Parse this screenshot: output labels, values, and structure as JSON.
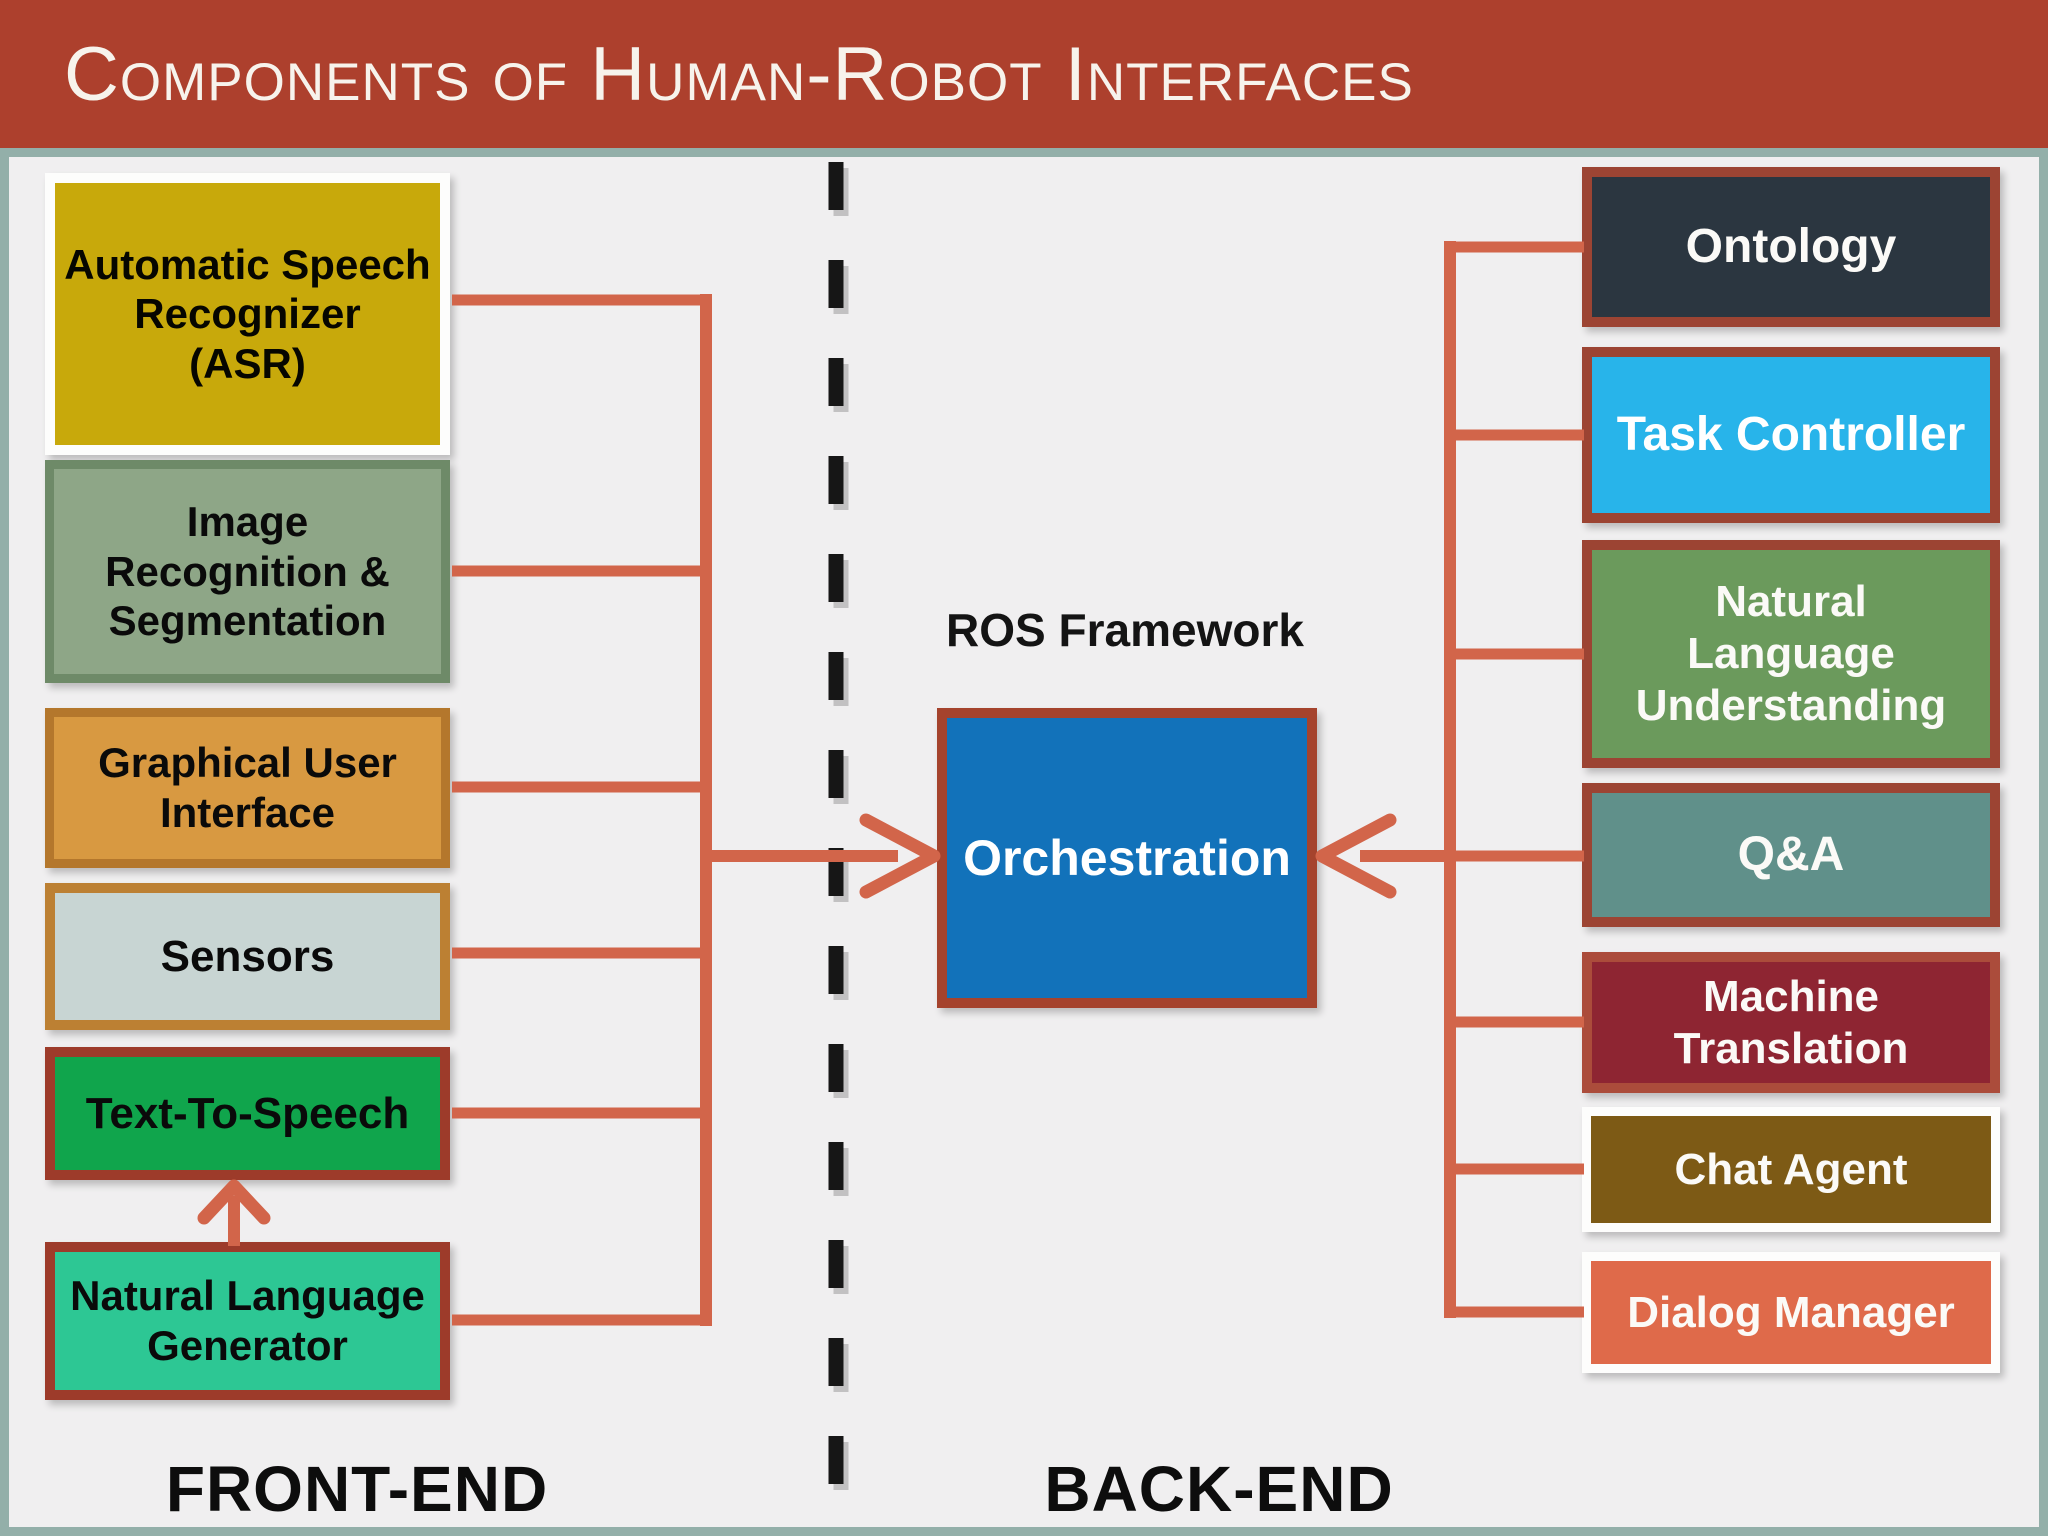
{
  "title_bar": {
    "title": "Components of Human-Robot Interfaces",
    "bg_color": "#ad402d",
    "text_color": "#f7f3ec"
  },
  "middleware": {
    "framework_label": "ROS Framework",
    "orchestration": {
      "label": "Orchestration",
      "fill": "#1272ba",
      "border_color": "#a5432d",
      "text_color": "#ffffff"
    }
  },
  "front_end": {
    "section_label": "FRONT-END",
    "boxes": [
      {
        "id": "asr",
        "label": "Automatic Speech\nRecognizer\n(ASR)",
        "fill": "#c8a90b",
        "border_color": "#fdfdfc",
        "text_color": "#060600"
      },
      {
        "id": "image-recognition",
        "label": "Image\nRecognition &\nSegmentation",
        "fill": "#8ea687",
        "border_color": "#6e8a68",
        "text_color": "#0a0a0a"
      },
      {
        "id": "gui",
        "label": "Graphical User\nInterface",
        "fill": "#d89941",
        "border_color": "#b4772c",
        "text_color": "#0a0a0a"
      },
      {
        "id": "sensors",
        "label": "Sensors",
        "fill": "#c8d5d3",
        "border_color": "#bc8033",
        "text_color": "#0a0a0a"
      },
      {
        "id": "tts",
        "label": "Text-To-Speech",
        "fill": "#10a54c",
        "border_color": "#9d3b2a",
        "text_color": "#0a0a0a"
      },
      {
        "id": "nlg",
        "label": "Natural Language\nGenerator",
        "fill": "#2dc794",
        "border_color": "#9d3b2a",
        "text_color": "#0a0a0a"
      }
    ]
  },
  "back_end": {
    "section_label": "BACK-END",
    "boxes": [
      {
        "id": "ontology",
        "label": "Ontology",
        "fill": "#2b3640",
        "border_color": "#9c4433",
        "text_color": "#fbfaf7"
      },
      {
        "id": "task-controller",
        "label": "Task Controller",
        "fill": "#28b4ea",
        "border_color": "#9c4433",
        "text_color": "#ffffff"
      },
      {
        "id": "nlu",
        "label": "Natural\nLanguage\nUnderstanding",
        "fill": "#6b9a5c",
        "border_color": "#9c4433",
        "text_color": "#fbfaf7"
      },
      {
        "id": "qa",
        "label": "Q&A",
        "fill": "#60908a",
        "border_color": "#9c4433",
        "text_color": "#fbfaf7"
      },
      {
        "id": "machine-translation",
        "label": "Machine\nTranslation",
        "fill": "#8e2532",
        "border_color": "#ab4c3b",
        "text_color": "#fbfaf7"
      },
      {
        "id": "chat-agent",
        "label": "Chat Agent",
        "fill": "#7d5a15",
        "border_color": "#fdfdfc",
        "text_color": "#fbfaf7"
      },
      {
        "id": "dialog-manager",
        "label": "Dialog Manager",
        "fill": "#df6a4a",
        "border_color": "#fdfdfc",
        "text_color": "#fbfaf7"
      }
    ]
  },
  "connectors": {
    "line_color": "#d2654a",
    "divider_color": "#161616",
    "frame_color": "#93afa9"
  }
}
